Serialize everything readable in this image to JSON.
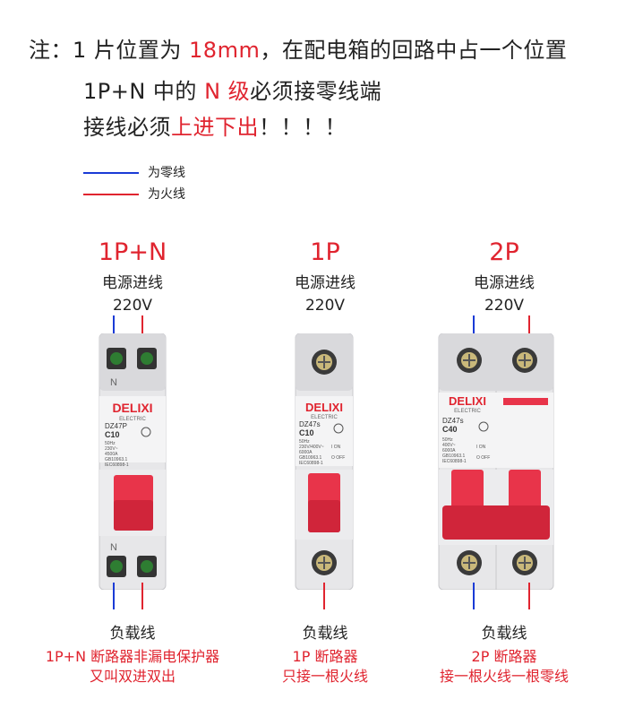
{
  "notes": {
    "line1": {
      "a": "注：1 片位置为 ",
      "b": "18mm",
      "c": "，在配电箱的回路中占一个位置"
    },
    "line2": {
      "a": "1P+N 中的 ",
      "b": "N 级",
      "c": "必须接零线端"
    },
    "line3": {
      "a": "接线必须",
      "b": "上进下出",
      "c": "！！！！"
    }
  },
  "legend": {
    "neutral": {
      "label": "为零线",
      "color": "#1a3bd6"
    },
    "live": {
      "label": "为火线",
      "color": "#e0242f"
    }
  },
  "breakers": [
    {
      "title": "1P+N",
      "input_label": "电源进线",
      "voltage": "220V",
      "load_label": "负载线",
      "caption_1": "1P+N 断路器非漏电保护器",
      "caption_2": "又叫双进双出",
      "brand": "DELIXI",
      "sub_brand": "ELECTRIC",
      "model": "DZ47P",
      "rating": "C10",
      "spec": [
        "50Hz",
        "230V~",
        "4500A",
        "GB10963.1",
        "IEC60898-1"
      ],
      "terminal_mark": "N"
    },
    {
      "title": "1P",
      "input_label": "电源进线",
      "voltage": "220V",
      "load_label": "负载线",
      "caption_1": "1P 断路器",
      "caption_2": "只接一根火线",
      "brand": "DELIXI",
      "sub_brand": "ELECTRIC",
      "model": "DZ47s",
      "rating": "C10",
      "spec": [
        "50Hz",
        "230V/400V~",
        "6000A",
        "GB10963.1",
        "IEC60898-1"
      ],
      "switch_on": "I ON",
      "switch_off": "O OFF"
    },
    {
      "title": "2P",
      "input_label": "电源进线",
      "voltage": "220V",
      "load_label": "负载线",
      "caption_1": "2P 断路器",
      "caption_2": "接一根火线一根零线",
      "brand": "DELIXI",
      "sub_brand": "ELECTRIC",
      "model": "DZ47s",
      "rating": "C40",
      "spec": [
        "50Hz",
        "400V~",
        "6000A",
        "GB10963.1",
        "IEC60898-1"
      ],
      "switch_on": "I ON",
      "switch_off": "O OFF"
    }
  ]
}
